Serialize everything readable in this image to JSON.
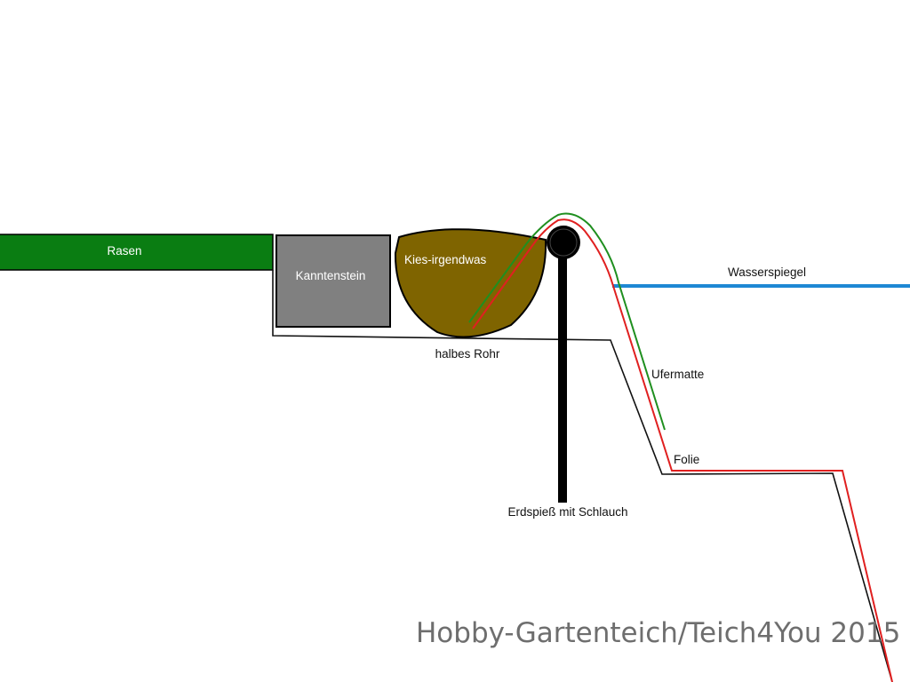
{
  "diagram": {
    "labels": {
      "rasen": "Rasen",
      "kantenstein": "Kanntenstein",
      "kies": "Kies-irgendwas",
      "halbes_rohr": "halbes Rohr",
      "wasserspiegel": "Wasserspiegel",
      "ufermatte": "Ufermatte",
      "folie": "Folie",
      "erdspiess": "Erdspieß mit Schlauch"
    },
    "watermark": "Hobby-Gartenteich/Teich4You 2015",
    "colors": {
      "rasen": "#0a7d12",
      "kantenstein": "#808080",
      "kies": "#7f6400",
      "water": "#1e88d4",
      "folie": "#e02020",
      "ufermatte": "#1f8f1f",
      "ground": "#111111"
    }
  }
}
